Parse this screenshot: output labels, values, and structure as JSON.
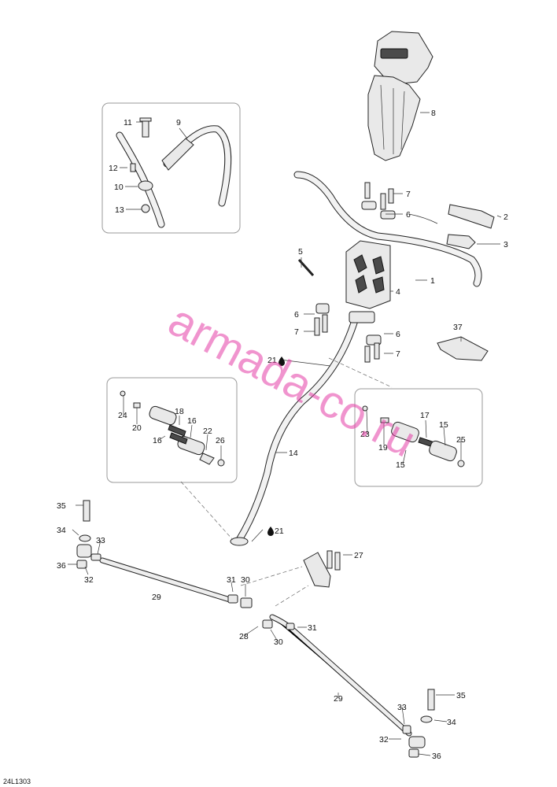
{
  "drawing_code": "24L1303",
  "watermark": "armada-co.ru",
  "colors": {
    "watermark": "#e43ca6",
    "line": "#222222",
    "inset_border": "#9a9a9a"
  },
  "icons": {
    "grease_point": "grease-drop-icon"
  },
  "callouts": [
    {
      "id": "c8",
      "text": "8"
    },
    {
      "id": "c11",
      "text": "11"
    },
    {
      "id": "c9",
      "text": "9"
    },
    {
      "id": "c12",
      "text": "12"
    },
    {
      "id": "c10",
      "text": "10"
    },
    {
      "id": "c13",
      "text": "13"
    },
    {
      "id": "c7a",
      "text": "7"
    },
    {
      "id": "c6a",
      "text": "6"
    },
    {
      "id": "c2",
      "text": "2"
    },
    {
      "id": "c3",
      "text": "3"
    },
    {
      "id": "c5",
      "text": "5"
    },
    {
      "id": "c1",
      "text": "1"
    },
    {
      "id": "c4",
      "text": "4"
    },
    {
      "id": "c6b",
      "text": "6"
    },
    {
      "id": "c7b",
      "text": "7"
    },
    {
      "id": "c6c",
      "text": "6"
    },
    {
      "id": "c7c",
      "text": "7"
    },
    {
      "id": "c37",
      "text": "37"
    },
    {
      "id": "c21a",
      "text": "21"
    },
    {
      "id": "c24",
      "text": "24"
    },
    {
      "id": "c20",
      "text": "20"
    },
    {
      "id": "c18",
      "text": "18"
    },
    {
      "id": "c16a",
      "text": "16"
    },
    {
      "id": "c16b",
      "text": "16"
    },
    {
      "id": "c22",
      "text": "22"
    },
    {
      "id": "c26",
      "text": "26"
    },
    {
      "id": "c23",
      "text": "23"
    },
    {
      "id": "c17",
      "text": "17"
    },
    {
      "id": "c15a",
      "text": "15"
    },
    {
      "id": "c19",
      "text": "19"
    },
    {
      "id": "c25",
      "text": "25"
    },
    {
      "id": "c15b",
      "text": "15"
    },
    {
      "id": "c14",
      "text": "14"
    },
    {
      "id": "c35a",
      "text": "35"
    },
    {
      "id": "c34a",
      "text": "34"
    },
    {
      "id": "c33a",
      "text": "33"
    },
    {
      "id": "c36a",
      "text": "36"
    },
    {
      "id": "c32a",
      "text": "32"
    },
    {
      "id": "c21b",
      "text": "21"
    },
    {
      "id": "c27",
      "text": "27"
    },
    {
      "id": "c29a",
      "text": "29"
    },
    {
      "id": "c31a",
      "text": "31"
    },
    {
      "id": "c30a",
      "text": "30"
    },
    {
      "id": "c28",
      "text": "28"
    },
    {
      "id": "c30b",
      "text": "30"
    },
    {
      "id": "c31b",
      "text": "31"
    },
    {
      "id": "c29b",
      "text": "29"
    },
    {
      "id": "c35b",
      "text": "35"
    },
    {
      "id": "c33b",
      "text": "33"
    },
    {
      "id": "c34b",
      "text": "34"
    },
    {
      "id": "c32b",
      "text": "32"
    },
    {
      "id": "c36b",
      "text": "36"
    }
  ]
}
